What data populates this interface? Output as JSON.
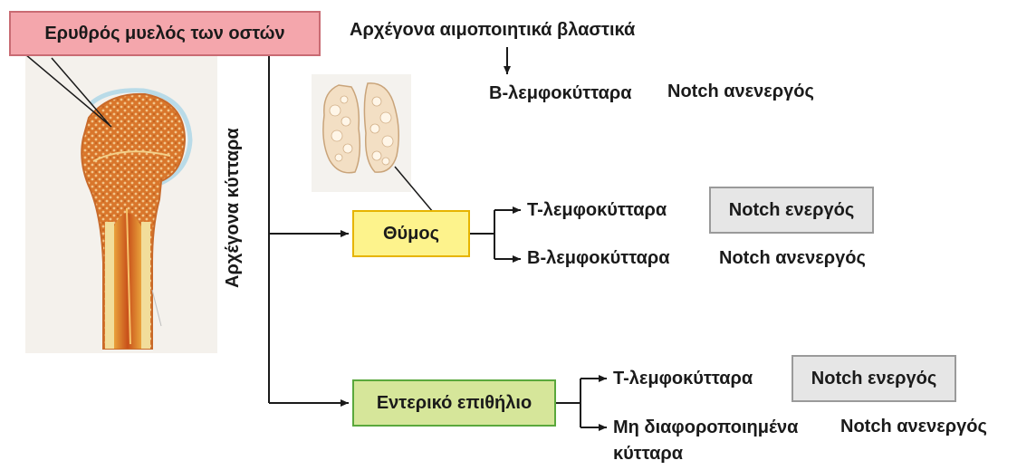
{
  "source": {
    "label": "Ερυθρός μυελός των οστών",
    "vertical_label": "Αρχέγονα κύτταρα",
    "hematopoietic_label": "Αρχέγονα αιμοποιητικά βλαστικά"
  },
  "bone_marrow_branch": {
    "cell": "Β-λεμφοκύτταρα",
    "notch": "Notch  ανενεργός"
  },
  "thymus": {
    "label": "Θύμος",
    "outputs": [
      {
        "cell": "Τ-λεμφοκύτταρα",
        "notch": "Notch ενεργός",
        "active": true
      },
      {
        "cell": "Β-λεμφοκύτταρα",
        "notch": "Notch ανενεργός",
        "active": false
      }
    ]
  },
  "intestine": {
    "label": "Εντερικό επιθήλιο",
    "outputs": [
      {
        "cell": "Τ-λεμφοκύτταρα",
        "notch": "Notch ενεργός",
        "active": true
      },
      {
        "cell_line1": "Μη διαφοροποιημένα",
        "cell_line2": "κύτταρα",
        "notch": "Notch ανενεργός",
        "active": false
      }
    ]
  },
  "colors": {
    "source_box": "#f4a6ac",
    "source_border": "#c96b73",
    "thymus_box": "#fdf38c",
    "thymus_border": "#e6b400",
    "intestine_box": "#d6e69a",
    "intestine_border": "#5aa83c",
    "notch_active_bg": "#e6e6e6",
    "bone_orange": "#d9762b",
    "bone_cream": "#f2dd9a"
  },
  "icons": {
    "bone": "femur-bone-illustration",
    "thymus": "thymus-gland-illustration"
  }
}
